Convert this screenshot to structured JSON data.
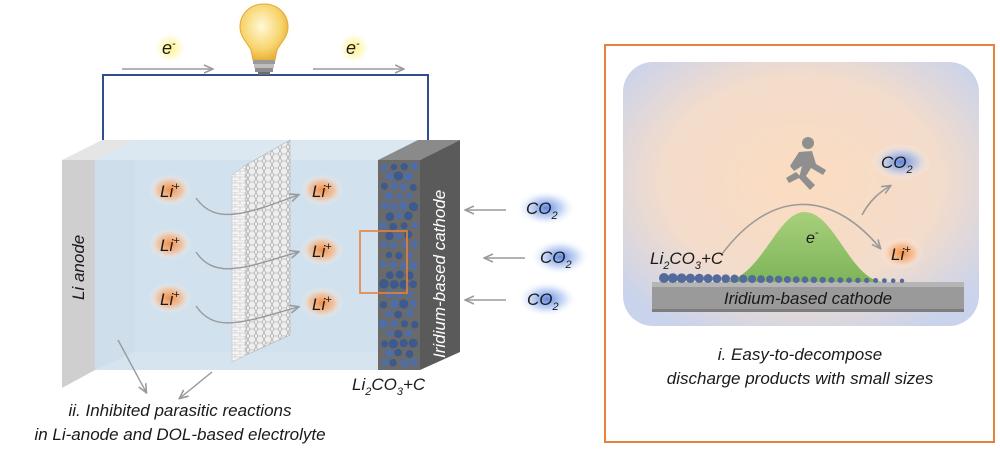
{
  "battery": {
    "electron_left": "e",
    "electron_right": "e",
    "electron_sup": "-",
    "anode_label": "Li anode",
    "cathode_label": "Iridium-based cathode",
    "li_ion": "Li",
    "li_ion_sup": "+",
    "co2_main": "CO",
    "co2_sub": "2",
    "product_formula": {
      "a": "Li",
      "b": "2",
      "c": "CO",
      "d": "3",
      "e": "+C"
    },
    "caption_line1": "ii. Inhibited parasitic reactions",
    "caption_line2": "in Li-anode and DOL-based electrolyte"
  },
  "inset": {
    "product_formula": {
      "a": "Li",
      "b": "2",
      "c": "CO",
      "d": "3",
      "e": "+C"
    },
    "electron": "e",
    "electron_sup": "-",
    "co2_main": "CO",
    "co2_sub": "2",
    "li_ion": "Li",
    "li_ion_sup": "+",
    "cathode_label": "Iridium-based cathode",
    "caption_line1": "i. Easy-to-decompose",
    "caption_line2": "discharge products with small sizes",
    "border_color": "#e8823a"
  },
  "colors": {
    "wire": "#2f4e8c",
    "electrolyte": "#c9dcea",
    "cathode_dark": "#5a5a5a",
    "ion_glow": "#f08a3a",
    "co2_glow": "#3f6fd6",
    "arrow_gray": "#9a9a9a",
    "hill_green": "#8fc46a"
  }
}
